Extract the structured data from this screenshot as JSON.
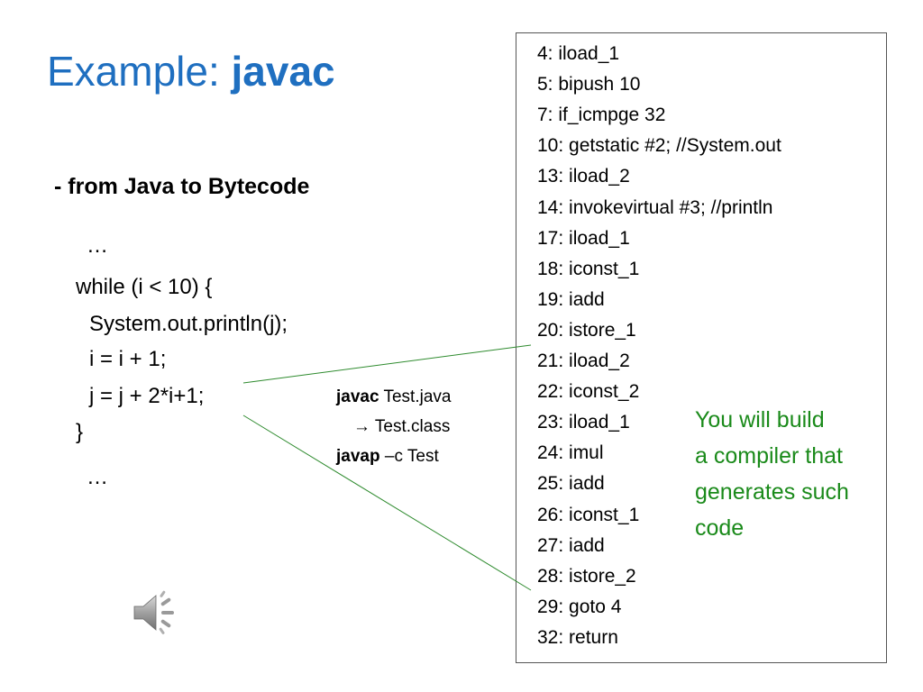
{
  "title": {
    "prefix": "Example: ",
    "bold": "javac"
  },
  "subtitle": "- from Java to Bytecode",
  "java_code": [
    "…",
    "while (i < 10) {",
    "System.out.println(j);",
    "i = i + 1;",
    "j = j + 2*i+1;",
    "}",
    "…"
  ],
  "commands": {
    "javac_bold": "javac",
    "javac_rest": " Test.java",
    "arrow_line": "→ Test.class",
    "javap_bold": "javap",
    "javap_rest": " –c Test"
  },
  "bytecode": [
    "4: iload_1",
    "5: bipush 10",
    "7: if_icmpge 32",
    "10: getstatic #2; //System.out",
    "13: iload_2",
    "14: invokevirtual #3; //println",
    "17: iload_1",
    "18: iconst_1",
    "19: iadd",
    "20: istore_1",
    "21: iload_2",
    "22: iconst_2",
    "23: iload_1",
    "24: imul",
    "25: iadd",
    "26: iconst_1",
    "27: iadd",
    "28: istore_2",
    "29: goto 4",
    "32: return"
  ],
  "note": [
    "You will build",
    "a compiler that",
    "generates such",
    "code"
  ],
  "icons": {
    "speaker": "speaker-icon"
  },
  "colors": {
    "title": "#1f6fc0",
    "note": "#1a8a1a",
    "connector": "#2e8b2e"
  }
}
